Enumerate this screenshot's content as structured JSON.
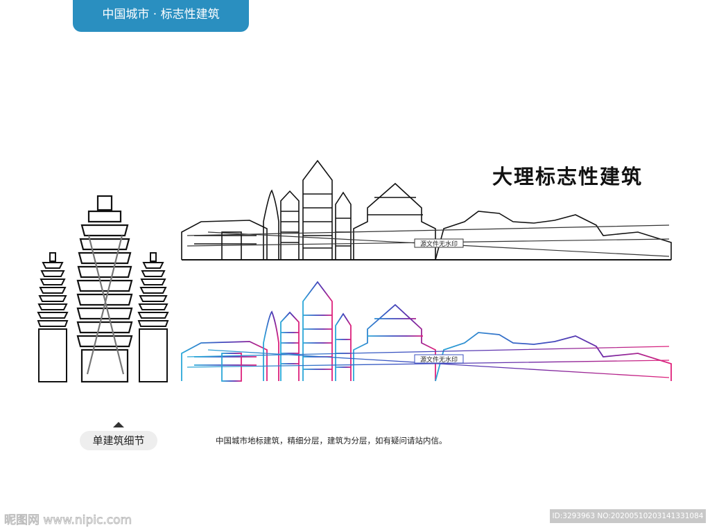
{
  "header": {
    "tab_label": "中国城市 · 标志性建筑"
  },
  "artwork": {
    "title": "大理标志性建筑",
    "watermark_label": "源文件无水印",
    "gradient_colors": [
      "#2aa8d8",
      "#3a4fc0",
      "#6a2aa8",
      "#e0207a"
    ],
    "line_color": "#111111"
  },
  "detail_button": {
    "label": "单建筑细节"
  },
  "description": "中国城市地标建筑，精细分层，建筑为分层，如有疑问请站内信。",
  "footer": {
    "logo_text": "昵图网 www.nipic.com",
    "id_text": "ID:3293963 NO:20200510203141331084"
  }
}
